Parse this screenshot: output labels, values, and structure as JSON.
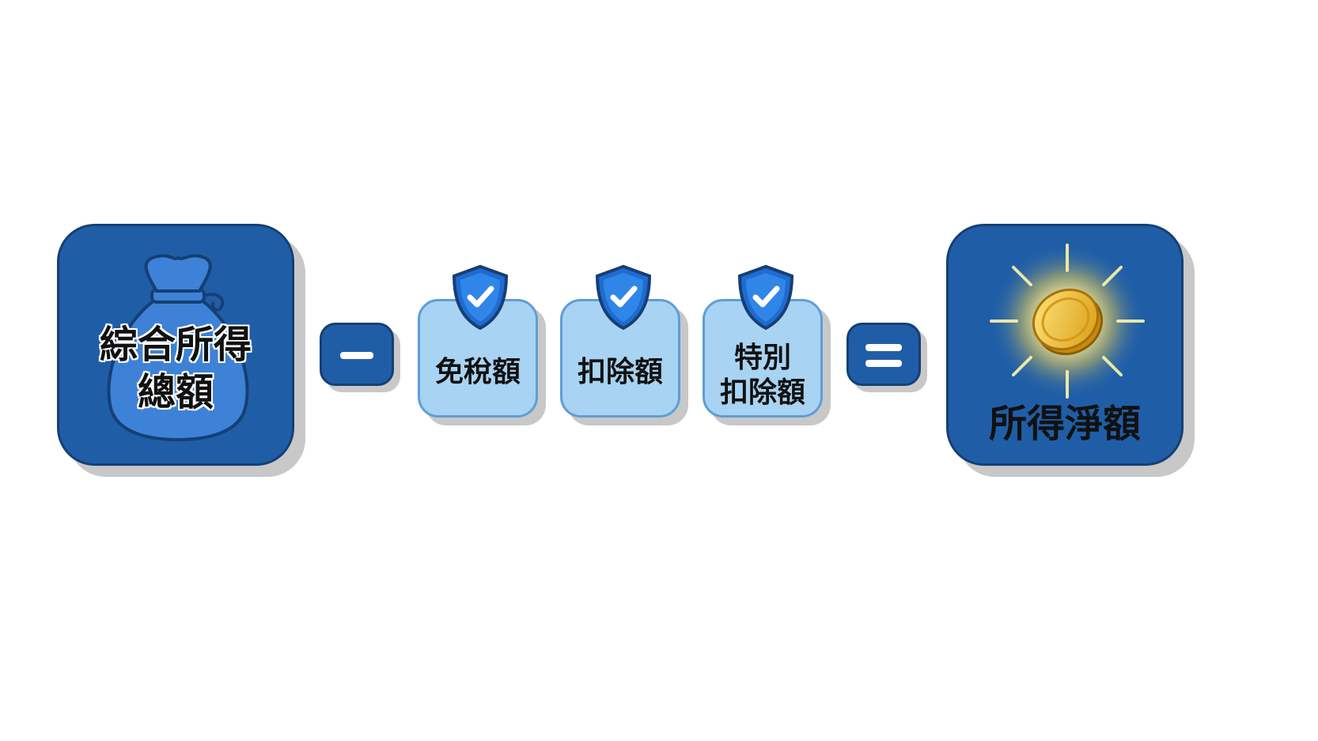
{
  "gross": {
    "line1": "綜合所得",
    "line2": "總額",
    "icon": "money-bag-icon"
  },
  "operators": {
    "minus": "minus",
    "equals": "equals"
  },
  "deductions": [
    {
      "line1": "免稅額",
      "line2": "",
      "icon": "shield-check-icon"
    },
    {
      "line1": "扣除額",
      "line2": "",
      "icon": "shield-check-icon"
    },
    {
      "line1": "特別",
      "line2": "扣除額",
      "icon": "shield-check-icon"
    }
  ],
  "net": {
    "label": "所得淨額",
    "icon": "glowing-coin-icon"
  },
  "colors": {
    "dark_blue": "#1f5ea7",
    "light_blue": "#a8d3f3",
    "gold": "#f2c230"
  }
}
